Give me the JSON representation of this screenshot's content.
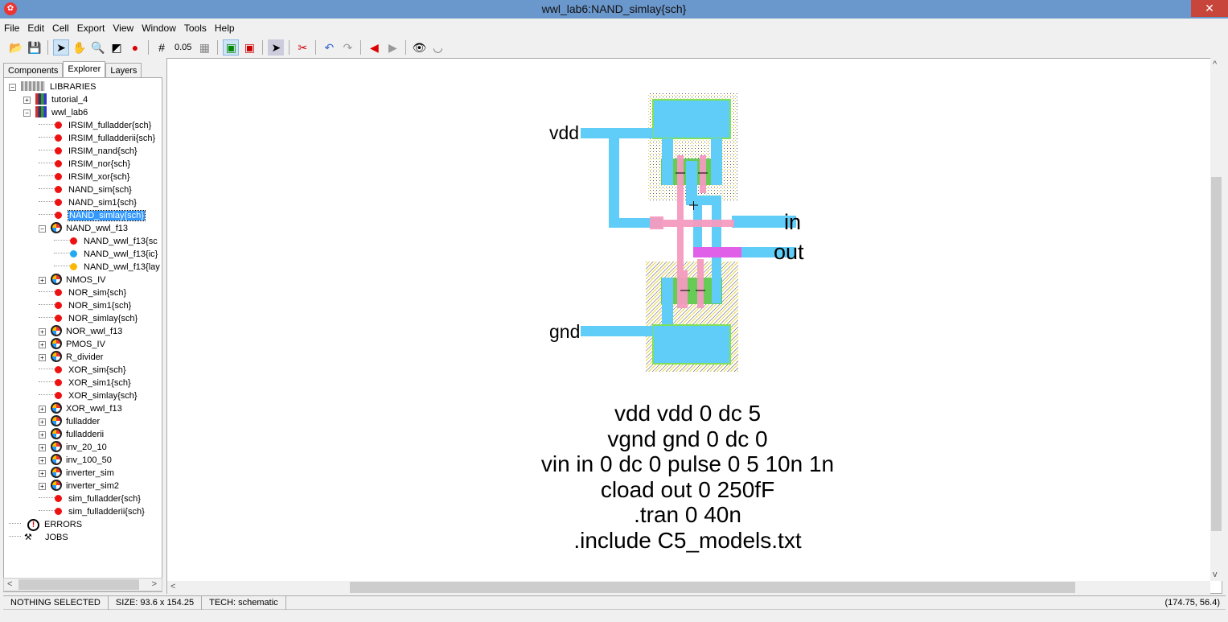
{
  "window": {
    "title": "wwl_lab6:NAND_simlay{sch}",
    "close": "✕"
  },
  "menu": [
    "File",
    "Edit",
    "Cell",
    "Export",
    "View",
    "Window",
    "Tools",
    "Help"
  ],
  "toolbar": {
    "grid_value": "0.05"
  },
  "tabs": [
    "Components",
    "Explorer",
    "Layers"
  ],
  "tree": [
    {
      "label": "LIBRARIES",
      "level": 0,
      "icon": "libraries-icon",
      "pm": "−"
    },
    {
      "label": "tutorial_4",
      "level": 1,
      "icon": "library-icon",
      "pm": "+"
    },
    {
      "label": "wwl_lab6",
      "level": 1,
      "icon": "library-icon",
      "pm": "−"
    },
    {
      "label": "IRSIM_fulladder{sch}",
      "level": 2,
      "icon": "red"
    },
    {
      "label": "IRSIM_fulladderii{sch}",
      "level": 2,
      "icon": "red"
    },
    {
      "label": "IRSIM_nand{sch}",
      "level": 2,
      "icon": "red"
    },
    {
      "label": "IRSIM_nor{sch}",
      "level": 2,
      "icon": "red"
    },
    {
      "label": "IRSIM_xor{sch}",
      "level": 2,
      "icon": "red"
    },
    {
      "label": "NAND_sim{sch}",
      "level": 2,
      "icon": "red"
    },
    {
      "label": "NAND_sim1{sch}",
      "level": 2,
      "icon": "red"
    },
    {
      "label": "NAND_simlay{sch}",
      "level": 2,
      "icon": "red",
      "selected": true
    },
    {
      "label": "NAND_wwl_f13",
      "level": 2,
      "icon": "cell",
      "pm": "−"
    },
    {
      "label": "NAND_wwl_f13{sc",
      "level": 3,
      "icon": "red"
    },
    {
      "label": "NAND_wwl_f13{ic}",
      "level": 3,
      "icon": "blue"
    },
    {
      "label": "NAND_wwl_f13{lay",
      "level": 3,
      "icon": "orange"
    },
    {
      "label": "NMOS_IV",
      "level": 2,
      "icon": "cell",
      "pm": "+"
    },
    {
      "label": "NOR_sim{sch}",
      "level": 2,
      "icon": "red"
    },
    {
      "label": "NOR_sim1{sch}",
      "level": 2,
      "icon": "red"
    },
    {
      "label": "NOR_simlay{sch}",
      "level": 2,
      "icon": "red"
    },
    {
      "label": "NOR_wwl_f13",
      "level": 2,
      "icon": "cell",
      "pm": "+"
    },
    {
      "label": "PMOS_IV",
      "level": 2,
      "icon": "cell",
      "pm": "+"
    },
    {
      "label": "R_divider",
      "level": 2,
      "icon": "cell",
      "pm": "+"
    },
    {
      "label": "XOR_sim{sch}",
      "level": 2,
      "icon": "red"
    },
    {
      "label": "XOR_sim1{sch}",
      "level": 2,
      "icon": "red"
    },
    {
      "label": "XOR_simlay{sch}",
      "level": 2,
      "icon": "red"
    },
    {
      "label": "XOR_wwl_f13",
      "level": 2,
      "icon": "cell",
      "pm": "+"
    },
    {
      "label": "fulladder",
      "level": 2,
      "icon": "cell",
      "pm": "+"
    },
    {
      "label": "fulladderii",
      "level": 2,
      "icon": "cell",
      "pm": "+"
    },
    {
      "label": "inv_20_10",
      "level": 2,
      "icon": "cell",
      "pm": "+"
    },
    {
      "label": "inv_100_50",
      "level": 2,
      "icon": "cell",
      "pm": "+"
    },
    {
      "label": "inverter_sim",
      "level": 2,
      "icon": "cell",
      "pm": "+"
    },
    {
      "label": "inverter_sim2",
      "level": 2,
      "icon": "cell",
      "pm": "+"
    },
    {
      "label": "sim_fulladder{sch}",
      "level": 2,
      "icon": "red"
    },
    {
      "label": "sim_fulladderii{sch}",
      "level": 2,
      "icon": "red"
    },
    {
      "label": "ERRORS",
      "level": 0,
      "icon": "errors-icon"
    },
    {
      "label": "JOBS",
      "level": 0,
      "icon": "jobs-icon"
    }
  ],
  "schematic": {
    "labels": {
      "vdd": "vdd",
      "in": "in",
      "out": "out",
      "gnd": "gnd"
    },
    "spice": [
      "vdd vdd 0 dc 5",
      "vgnd gnd 0 dc 0",
      "vin in 0 dc 0 pulse 0 5 10n 1n",
      "cload out 0 250fF",
      ".tran 0 40n",
      ".include C5_models.txt"
    ]
  },
  "status": {
    "selection": "NOTHING SELECTED",
    "size": "SIZE: 93.6 x 154.25",
    "tech": "TECH: schematic",
    "coords": "(174.75, 56.4)"
  },
  "colors": {
    "metal": "#5fcdf8",
    "poly": "#f59bc0",
    "active": "#66cc55",
    "contact": "#e060e8",
    "title": "#6a97cc"
  }
}
